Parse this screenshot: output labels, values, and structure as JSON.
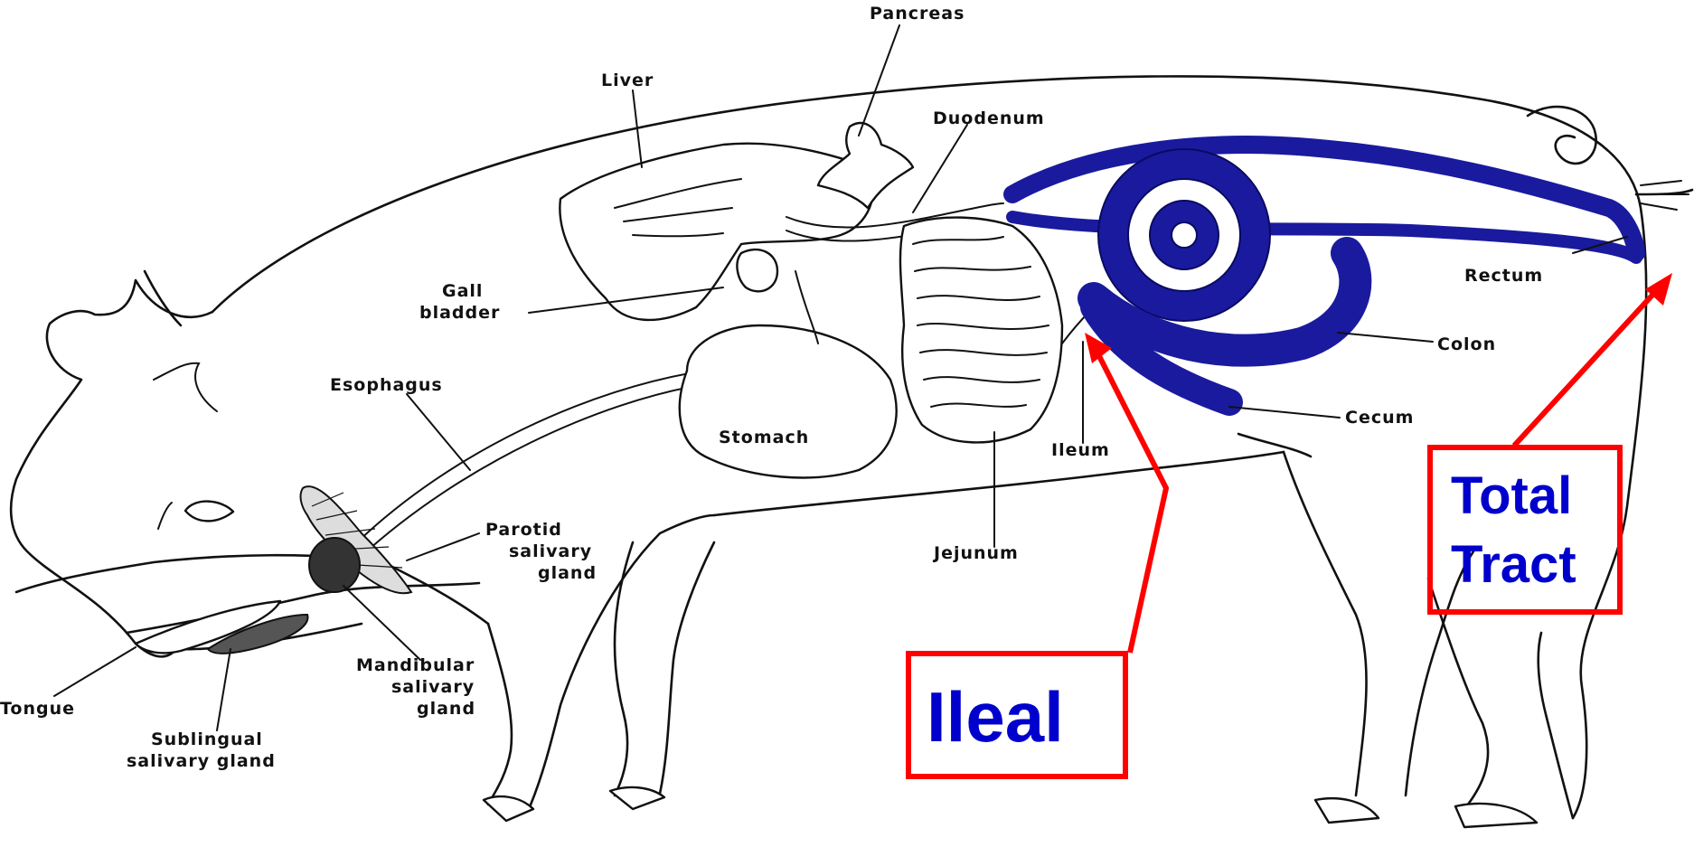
{
  "labels": {
    "pancreas": "Pancreas",
    "liver": "Liver",
    "duodenum": "Duodenum",
    "gall_bladder_1": "Gall",
    "gall_bladder_2": "bladder",
    "esophagus": "Esophagus",
    "stomach": "Stomach",
    "ileum": "Ileum",
    "jejunum": "Jejunum",
    "rectum": "Rectum",
    "colon": "Colon",
    "cecum": "Cecum",
    "parotid_1": "Parotid",
    "parotid_2": "salivary",
    "parotid_3": "gland",
    "mandibular_1": "Mandibular",
    "mandibular_2": "salivary",
    "mandibular_3": "gland",
    "tongue": "Tongue",
    "sublingual_1": "Sublingual",
    "sublingual_2": "salivary gland"
  },
  "callouts": {
    "ileal": "Ileal",
    "total_tract_1": "Total",
    "total_tract_2": "Tract"
  },
  "colors": {
    "highlight_tract": "#1a1a9e",
    "callout_box": "#ff0000",
    "callout_text": "#0000cc",
    "line_art": "#111111"
  }
}
